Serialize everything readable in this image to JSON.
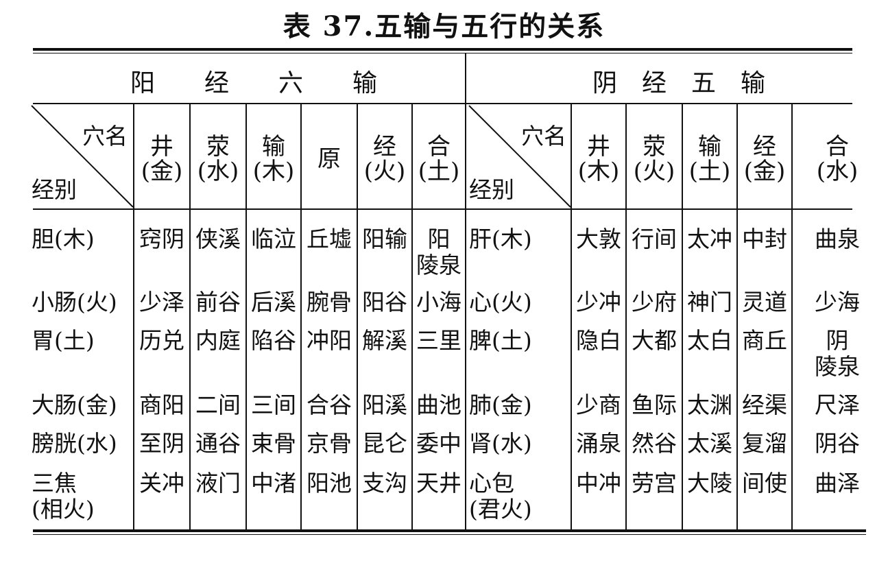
{
  "title": "表 37.五输与五行的关系",
  "groups": {
    "yang": "阳　　经　　六　　输",
    "yin": "阴　经　五　输"
  },
  "diag": {
    "top": "穴名",
    "bottom": "经别"
  },
  "yang_cols": [
    {
      "name": "井",
      "el": "(金)"
    },
    {
      "name": "荥",
      "el": "(水)"
    },
    {
      "name": "输",
      "el": "(木)"
    },
    {
      "name": "原",
      "el": ""
    },
    {
      "name": "经",
      "el": "(火)"
    },
    {
      "name": "合",
      "el": "(土)"
    }
  ],
  "yin_cols": [
    {
      "name": "井",
      "el": "(木)"
    },
    {
      "name": "荥",
      "el": "(火)"
    },
    {
      "name": "输",
      "el": "(土)"
    },
    {
      "name": "经",
      "el": "(金)"
    },
    {
      "name": "合",
      "el": "(水)"
    }
  ],
  "rows": [
    {
      "yang": [
        "胆(木)",
        "窍阴",
        "侠溪",
        "临泣",
        "丘墟",
        "阳输",
        "阳",
        "陵泉"
      ],
      "yin": [
        "肝(木)",
        "大敦",
        "行间",
        "太冲",
        "中封",
        "曲泉"
      ]
    },
    {
      "yang": [
        "小肠(火)",
        "少泽",
        "前谷",
        "后溪",
        "腕骨",
        "阳谷",
        "小海",
        ""
      ],
      "yin": [
        "心(火)",
        "少冲",
        "少府",
        "神门",
        "灵道",
        "少海"
      ]
    },
    {
      "yang": [
        "胃(土)",
        "历兑",
        "内庭",
        "陷谷",
        "冲阳",
        "解溪",
        "三里",
        ""
      ],
      "yin": [
        "脾(土)",
        "隐白",
        "大都",
        "太白",
        "商丘",
        "阴",
        "陵泉"
      ]
    },
    {
      "yang": [
        "大肠(金)",
        "商阳",
        "二间",
        "三间",
        "合谷",
        "阳溪",
        "曲池",
        ""
      ],
      "yin": [
        "肺(金)",
        "少商",
        "鱼际",
        "太渊",
        "经渠",
        "尺泽"
      ]
    },
    {
      "yang": [
        "膀胱(水)",
        "至阴",
        "通谷",
        "束骨",
        "京骨",
        "昆仑",
        "委中",
        ""
      ],
      "yin": [
        "肾(水)",
        "涌泉",
        "然谷",
        "太溪",
        "复溜",
        "阴谷"
      ]
    },
    {
      "yang": [
        "三焦",
        "(相火)",
        "关冲",
        "液门",
        "中渚",
        "阳池",
        "支沟",
        "天井"
      ],
      "yin": [
        "心包",
        "(君火)",
        "中冲",
        "劳宫",
        "大陵",
        "间使",
        "曲泽"
      ]
    }
  ]
}
